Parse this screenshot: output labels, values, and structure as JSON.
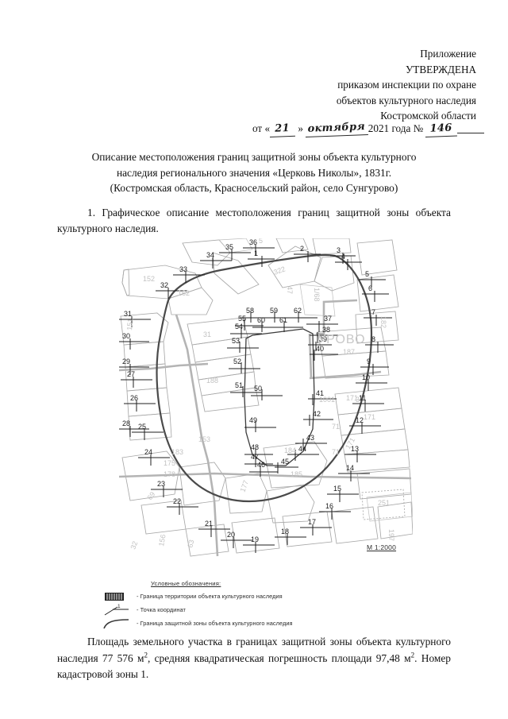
{
  "header": {
    "lines": [
      "Приложение",
      "УТВЕРЖДЕНА",
      "приказом инспекции по охране",
      "объектов культурного наследия",
      "Костромской области"
    ]
  },
  "date_line": {
    "prefix": "от «",
    "day": "21",
    "mid": "»",
    "month": "октября",
    "year_text": "2021 года",
    "number_label": "№",
    "number": "146"
  },
  "title": {
    "lines": [
      "Описание местоположения границ защитной зоны объекта культурного",
      "наследия регионального значения «Церковь Николы», 1831г.",
      "(Костромская область, Красносельский район, село Сунгурово)"
    ]
  },
  "paragraph_1": "1. Графическое описание местоположения границ защитной зоны объекта культурного наследия.",
  "paragraph_2": {
    "part_1": "Площадь земельного участка в границах защитной зоны объекта культурного наследия 77 576 м",
    "sup_1": "2",
    "part_2": ", средняя квадратическая погрешность площади 97,48 м",
    "sup_2": "2",
    "part_3": ". Номер кадастровой зоны 1."
  },
  "map": {
    "scale": "M 1:2000",
    "settlement_label": "УРОВО",
    "parcel_labels": [
      "152",
      "162",
      "31",
      "188",
      "183",
      "175",
      "153",
      "47",
      "1/68",
      "322",
      "187",
      "182",
      "171",
      "184",
      "251",
      "69",
      "177",
      "185",
      "1001",
      "178",
      "71",
      "63",
      "197",
      "37",
      "3"
    ],
    "coordinate_points": [
      "1",
      "2",
      "3",
      "4",
      "5",
      "6",
      "7",
      "8",
      "9",
      "10",
      "11",
      "12",
      "13",
      "14",
      "15",
      "16",
      "17",
      "18",
      "19",
      "20",
      "21",
      "22",
      "23",
      "24",
      "25",
      "26",
      "27",
      "28",
      "29",
      "30",
      "31",
      "32",
      "33",
      "34",
      "35",
      "36",
      "37",
      "38",
      "39",
      "40",
      "41",
      "42",
      "43",
      "44",
      "45",
      "46",
      "47",
      "48",
      "49",
      "50",
      "51",
      "52",
      "53",
      "54",
      "55",
      "58",
      "59",
      "60",
      "61",
      "62"
    ]
  },
  "legend": {
    "title": "Условные обозначения:",
    "items": [
      {
        "symbol": "territory-boundary-hatch",
        "text": "- Граница территории объекта культурного наследия"
      },
      {
        "symbol": "coordinate-point-marker",
        "text": "- Точка координат",
        "marker_number": "1"
      },
      {
        "symbol": "protective-zone-line",
        "text": "- Граница защитной зоны объекта культурного наследия"
      }
    ]
  },
  "colors": {
    "ink": "#111111",
    "map_line": "#3a3a3a",
    "map_faint": "#9a9a9a",
    "zone_line": "#555555"
  }
}
